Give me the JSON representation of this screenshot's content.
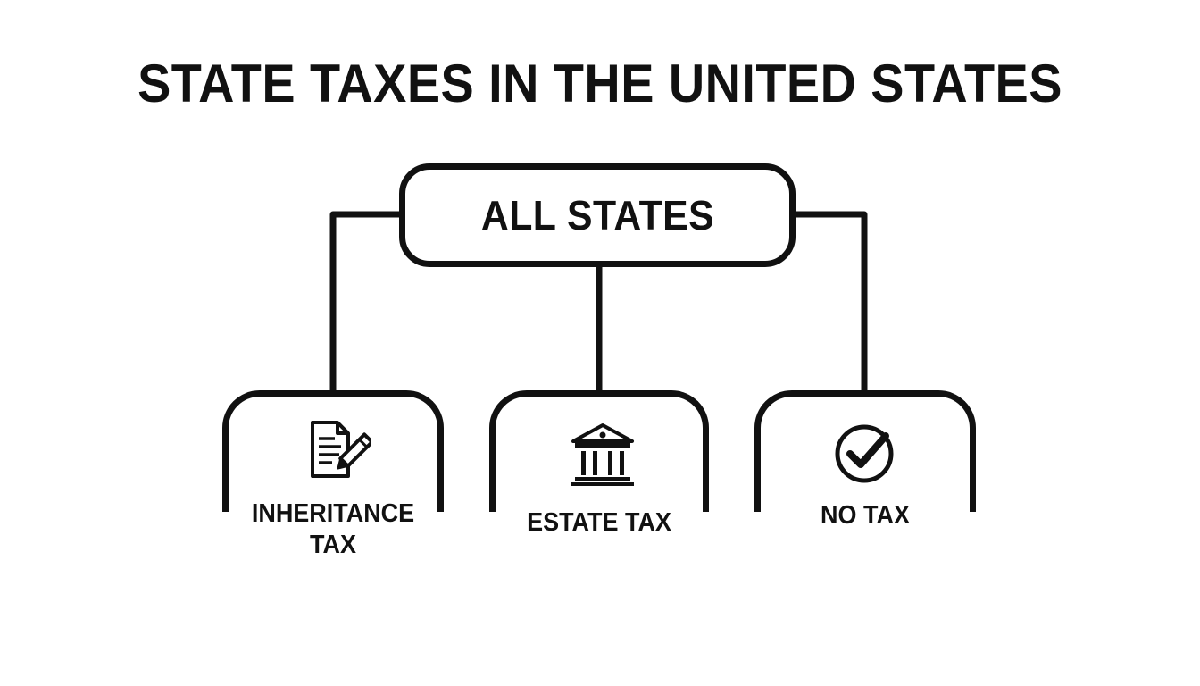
{
  "title": "STATE TAXES IN THE UNITED STATES",
  "root": {
    "label": "ALL STATES"
  },
  "categories": [
    {
      "label_line1": "INHERITANCE",
      "label_line2": "TAX",
      "icon": "document-pen-icon"
    },
    {
      "label_line1": "ESTATE TAX",
      "icon": "bank-building-icon"
    },
    {
      "label_line1": "NO TAX",
      "icon": "check-circle-icon"
    }
  ],
  "colors": {
    "stroke": "#111111",
    "background": "#ffffff"
  }
}
